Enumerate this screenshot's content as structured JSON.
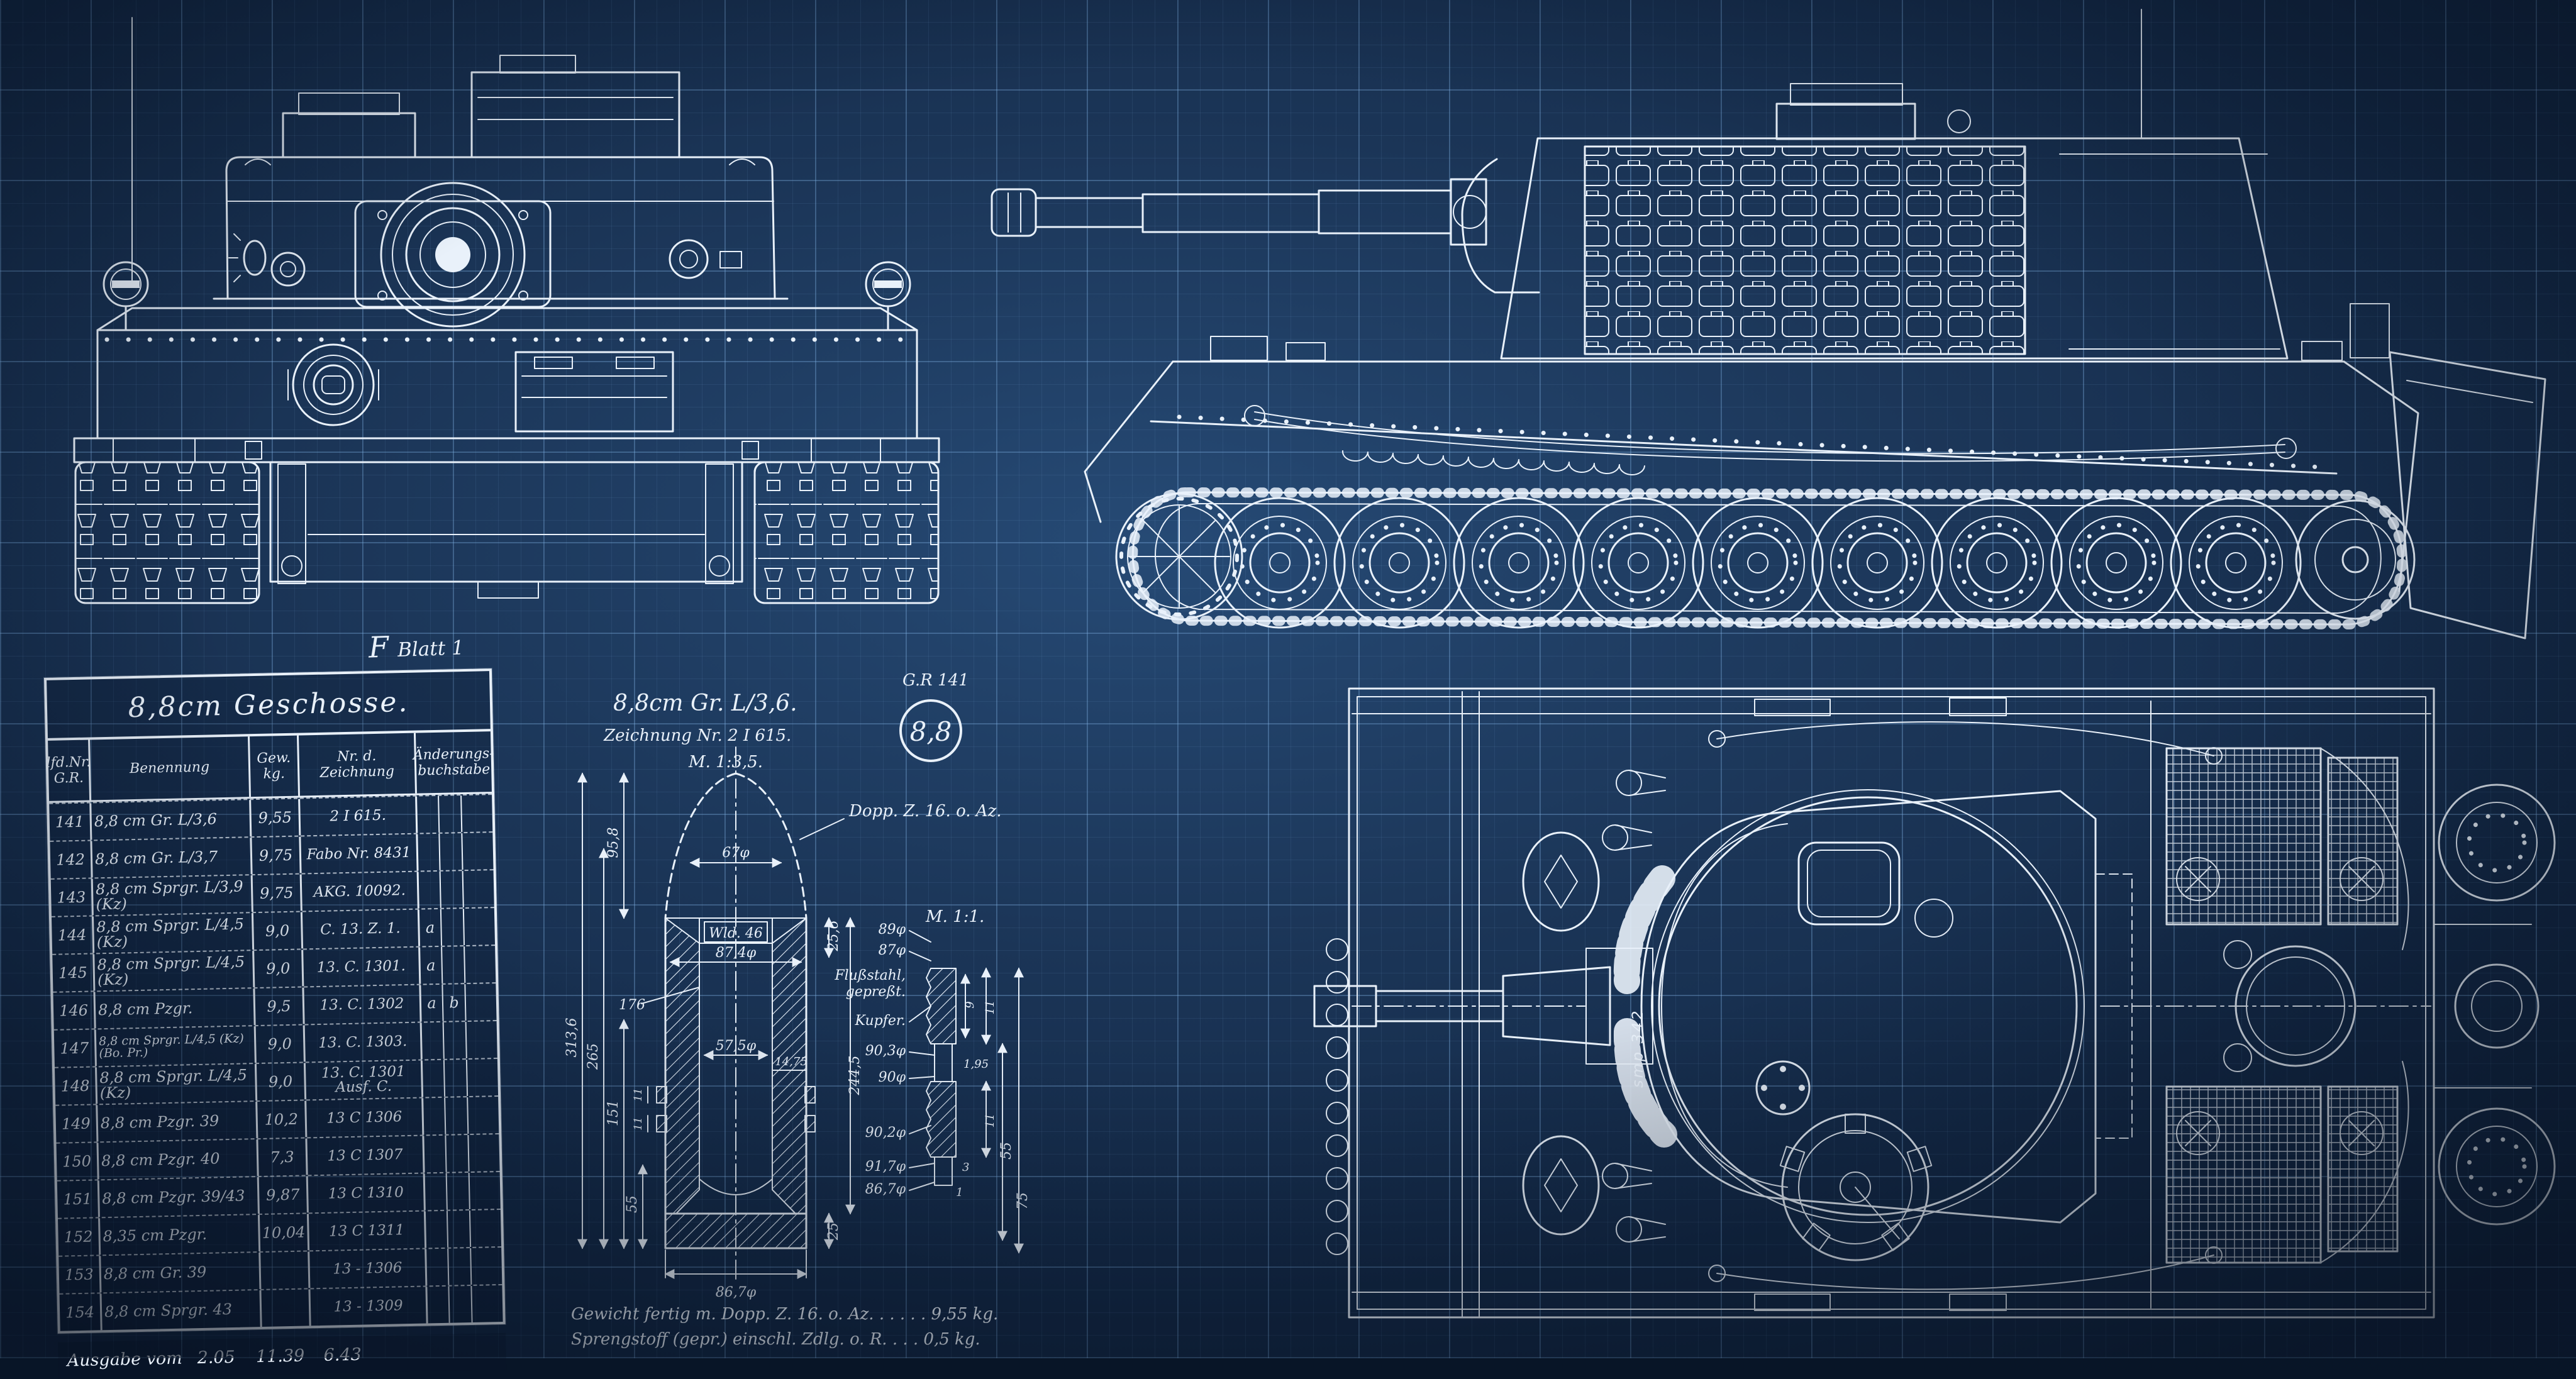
{
  "palette": {
    "background": "#1b3557",
    "grid_major": "#80b2e4",
    "ink": "#e9f1fa"
  },
  "sheet": {
    "blatt_f": "F",
    "blatt_rest": "Blatt 1"
  },
  "table": {
    "title": "8,8cm Geschosse.",
    "columns": {
      "nr": "lfd.Nr.\nG.R.",
      "name": "Benennung",
      "weight": "Gew.\nkg.",
      "drawing": "Nr. d. Zeichnung",
      "change": "Änderungs-\nbuchstabe"
    },
    "rows": [
      {
        "nr": "141",
        "name": "8,8 cm Gr. L/3,6",
        "kg": "9,55",
        "dwg": "2 I 615.",
        "c1": "",
        "c2": ""
      },
      {
        "nr": "142",
        "name": "8,8 cm Gr. L/3,7",
        "kg": "9,75",
        "dwg": "Fabo Nr. 8431",
        "c1": "",
        "c2": ""
      },
      {
        "nr": "143",
        "name": "8,8 cm Sprgr. L/3,9 (Kz)",
        "kg": "9,75",
        "dwg": "AKG. 10092.",
        "c1": "",
        "c2": ""
      },
      {
        "nr": "144",
        "name": "8,8 cm Sprgr. L/4,5 (Kz)",
        "kg": "9,0",
        "dwg": "C. 13. Z. 1.",
        "c1": "a",
        "c2": ""
      },
      {
        "nr": "145",
        "name": "8,8 cm Sprgr. L/4,5 (Kz)",
        "kg": "9,0",
        "dwg": "13. C. 1301.",
        "c1": "a",
        "c2": ""
      },
      {
        "nr": "146",
        "name": "8,8 cm Pzgr.",
        "kg": "9,5",
        "dwg": "13. C. 1302",
        "c1": "a",
        "c2": "b"
      },
      {
        "nr": "147",
        "name": "8,8 cm Sprgr. L/4,5 (Kz) (Bo. Pr.)",
        "kg": "9,0",
        "dwg": "13. C. 1303.",
        "c1": "",
        "c2": ""
      },
      {
        "nr": "148",
        "name": "8,8 cm Sprgr. L/4,5 (Kz)",
        "kg": "9,0",
        "dwg": "13. C. 1301\nAusf. C.",
        "c1": "",
        "c2": ""
      },
      {
        "nr": "149",
        "name": "8,8 cm Pzgr. 39",
        "kg": "10,2",
        "dwg": "13 C 1306",
        "c1": "",
        "c2": ""
      },
      {
        "nr": "150",
        "name": "8,8 cm Pzgr. 40",
        "kg": "7,3",
        "dwg": "13 C 1307",
        "c1": "",
        "c2": ""
      },
      {
        "nr": "151",
        "name": "8,8 cm Pzgr. 39/43",
        "kg": "9,87",
        "dwg": "13 C 1310",
        "c1": "",
        "c2": ""
      },
      {
        "nr": "152",
        "name": "8,35 cm Pzgr.",
        "kg": "10,04",
        "dwg": "13 C 1311",
        "c1": "",
        "c2": ""
      },
      {
        "nr": "153",
        "name": "8,8 cm Gr. 39",
        "kg": "",
        "dwg": "13 - 1306",
        "c1": "",
        "c2": ""
      },
      {
        "nr": "154",
        "name": "8,8 cm Sprgr. 43",
        "kg": "",
        "dwg": "13 - 1309",
        "c1": "",
        "c2": ""
      }
    ],
    "footer": {
      "label": "Ausgabe vom",
      "cells": [
        "2.05",
        "11.39",
        "6.43"
      ]
    }
  },
  "shell": {
    "title": "8,8cm Gr. L/3,6.",
    "subtitle": "Zeichnung Nr. 2 I 615.",
    "scale": "M. 1:3,5.",
    "gr_label": "G.R 141",
    "gr_caliber": "8,8",
    "fuze_label": "Dopp. Z. 16. o. Az.",
    "filler_label": "Wld. 46",
    "detail_scale": "M. 1:1.",
    "steel_label_1": "Flußstahl,",
    "steel_label_2": "gepreßt.",
    "copper_label": "Kupfer.",
    "weight_line_1": "Gewicht fertig m. Dopp. Z. 16. o. Az. . . . . . 9,55 kg.",
    "weight_line_2": "Sprengstoff (gepr.) einschl. Zdlg. o. R. . . . 0,5 kg.",
    "dims": {
      "total_len": "313,6",
      "len_265": "265",
      "len_151": "151",
      "len_55": "55",
      "ogive_len": "95,8",
      "shoulder_len": "25,6",
      "body_len": "244,5",
      "base_len": "25",
      "cavity_len": "176",
      "ogive_d": "67φ",
      "body_d": "87,4φ",
      "base_d": "86,7φ",
      "cavity_d": "57,5φ",
      "wall_t": "14,75",
      "band_h_1": "11",
      "band_h_2": "11",
      "det_d89": "89φ",
      "det_d87": "87φ",
      "det_d903": "90,3φ",
      "det_d90": "90φ",
      "det_d902": "90,2φ",
      "det_d917": "91,7φ",
      "det_d867": "86,7φ",
      "det_9": "9",
      "det_11a": "11",
      "det_195": "1,95",
      "det_11b": "11",
      "det_3": "3",
      "det_1": "1",
      "det_55": "55",
      "det_75": "75"
    }
  },
  "top_view": {
    "marking": "smp 342"
  }
}
